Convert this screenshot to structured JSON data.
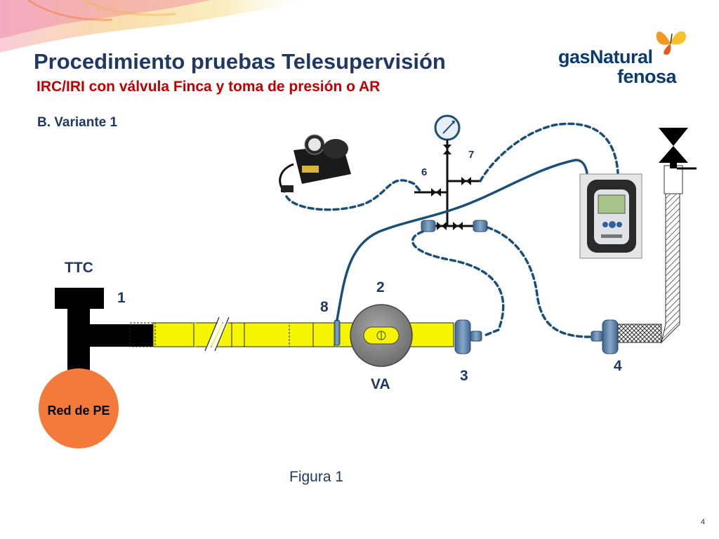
{
  "header": {
    "title": "Procedimiento pruebas Telesupervisión",
    "subtitle": "IRC/IRI con válvula Finca y toma de presión o AR",
    "section": "B. Variante 1"
  },
  "logo": {
    "line1": "gasNatural",
    "line2": "fenosa"
  },
  "diagram": {
    "labels": {
      "ttc": "TTC",
      "n1": "1",
      "n2": "2",
      "n3": "3",
      "n4": "4",
      "n6": "6",
      "n7": "7",
      "n8": "8",
      "va": "VA",
      "network": "Red de PE"
    },
    "colors": {
      "pipe": "#f5f500",
      "network": "#f47a3c",
      "hose": "#1a4f7a",
      "valve_body": "#8c8c8c",
      "connector": "#5b7fa8"
    }
  },
  "footer": {
    "caption": "Figura 1",
    "page": "4"
  }
}
